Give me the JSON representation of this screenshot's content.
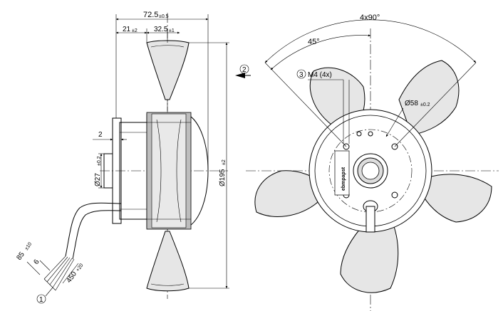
{
  "side_view": {
    "overall_length": "72.5",
    "overall_length_tol": "±0.5",
    "dim_hub_offset": "21",
    "dim_hub_offset_tol": "±2",
    "dim_blade_offset": "32.5",
    "dim_blade_offset_tol": "±1",
    "dim_flange": "2",
    "dim_hub_diameter": "Ø27",
    "dim_hub_diameter_tol": "±0.2",
    "dim_fan_diameter": "Ø195",
    "dim_fan_diameter_tol": "±2",
    "dim_lead_strip": "85",
    "dim_lead_strip_tol": "±10",
    "dim_lead_end": "6",
    "dim_lead_length": "450",
    "dim_lead_length_tol": "+20",
    "callout_leads": "1"
  },
  "front_view": {
    "angle_total": "4x90°",
    "angle_half": "45°",
    "callout_airflow": "2",
    "callout_thread": "3",
    "thread_label": "M4 (4x)",
    "bolt_circle": "Ø58",
    "bolt_circle_tol": "±0.2",
    "label_text": "ebmpapst"
  }
}
